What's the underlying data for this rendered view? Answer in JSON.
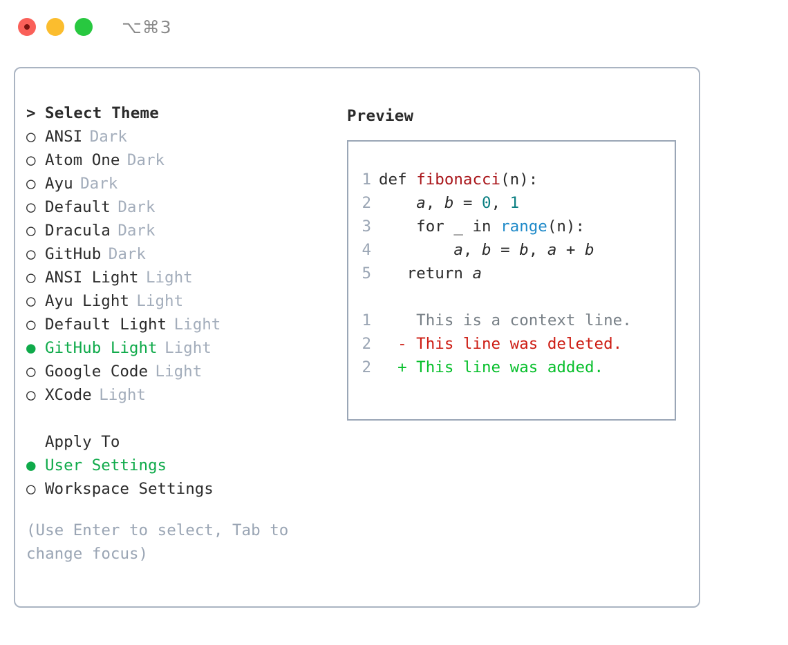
{
  "window": {
    "title": "⌥⌘3",
    "traffic_lights": [
      {
        "name": "close",
        "color": "#fa6059"
      },
      {
        "name": "minimize",
        "color": "#fbbd2e"
      },
      {
        "name": "maximize",
        "color": "#28c840"
      }
    ]
  },
  "theme_picker": {
    "heading": "Select Theme",
    "heading_marker": ">",
    "marker_unselected": "○",
    "marker_selected": "●",
    "accent_color": "#0faa4a",
    "items": [
      {
        "label": "ANSI",
        "variant": "Dark",
        "selected": false
      },
      {
        "label": "Atom One",
        "variant": "Dark",
        "selected": false
      },
      {
        "label": "Ayu",
        "variant": "Dark",
        "selected": false
      },
      {
        "label": "Default",
        "variant": "Dark",
        "selected": false
      },
      {
        "label": "Dracula",
        "variant": "Dark",
        "selected": false
      },
      {
        "label": "GitHub",
        "variant": "Dark",
        "selected": false
      },
      {
        "label": "ANSI Light",
        "variant": "Light",
        "selected": false
      },
      {
        "label": "Ayu Light",
        "variant": "Light",
        "selected": false
      },
      {
        "label": "Default Light",
        "variant": "Light",
        "selected": false
      },
      {
        "label": "GitHub Light",
        "variant": "Light",
        "selected": true
      },
      {
        "label": "Google Code",
        "variant": "Light",
        "selected": false
      },
      {
        "label": "XCode",
        "variant": "Light",
        "selected": false
      }
    ]
  },
  "apply_to": {
    "heading": "Apply To",
    "items": [
      {
        "label": "User Settings",
        "selected": true
      },
      {
        "label": "Workspace Settings",
        "selected": false
      }
    ]
  },
  "hint": "(Use Enter to select, Tab to change focus)",
  "preview": {
    "title": "Preview",
    "code_lines": [
      {
        "number": "1",
        "segments": [
          {
            "text": "def ",
            "kind": "plain"
          },
          {
            "text": "fibonacci",
            "kind": "function"
          },
          {
            "text": "(n):",
            "kind": "plain"
          }
        ]
      },
      {
        "number": "2",
        "segments": [
          {
            "text": "    ",
            "kind": "plain"
          },
          {
            "text": "a",
            "kind": "variable"
          },
          {
            "text": ", ",
            "kind": "plain"
          },
          {
            "text": "b",
            "kind": "variable"
          },
          {
            "text": " = ",
            "kind": "plain"
          },
          {
            "text": "0",
            "kind": "number"
          },
          {
            "text": ", ",
            "kind": "plain"
          },
          {
            "text": "1",
            "kind": "number"
          }
        ]
      },
      {
        "number": "3",
        "segments": [
          {
            "text": "    for _ in ",
            "kind": "plain"
          },
          {
            "text": "range",
            "kind": "call"
          },
          {
            "text": "(n):",
            "kind": "plain"
          }
        ]
      },
      {
        "number": "4",
        "segments": [
          {
            "text": "        ",
            "kind": "plain"
          },
          {
            "text": "a",
            "kind": "variable"
          },
          {
            "text": ", ",
            "kind": "plain"
          },
          {
            "text": "b",
            "kind": "variable"
          },
          {
            "text": " = ",
            "kind": "plain"
          },
          {
            "text": "b",
            "kind": "variable"
          },
          {
            "text": ", ",
            "kind": "plain"
          },
          {
            "text": "a",
            "kind": "variable"
          },
          {
            "text": " + ",
            "kind": "plain"
          },
          {
            "text": "b",
            "kind": "variable"
          }
        ]
      },
      {
        "number": "5",
        "segments": [
          {
            "text": "   return ",
            "kind": "plain"
          },
          {
            "text": "a",
            "kind": "variable"
          }
        ]
      }
    ],
    "diff_lines": [
      {
        "number": "1",
        "sign": " ",
        "text": "This is a context line.",
        "kind": "context"
      },
      {
        "number": "2",
        "sign": "-",
        "text": "This line was deleted.",
        "kind": "deleted"
      },
      {
        "number": "2",
        "sign": "+",
        "text": "This line was added.",
        "kind": "added"
      }
    ],
    "colors": {
      "function": "#a9151a",
      "number": "#0b7f82",
      "call": "#1f8ac9",
      "context": "#777f86",
      "deleted": "#cd1c13",
      "added": "#07bf2b",
      "lineno": "#9aa5b4"
    }
  }
}
